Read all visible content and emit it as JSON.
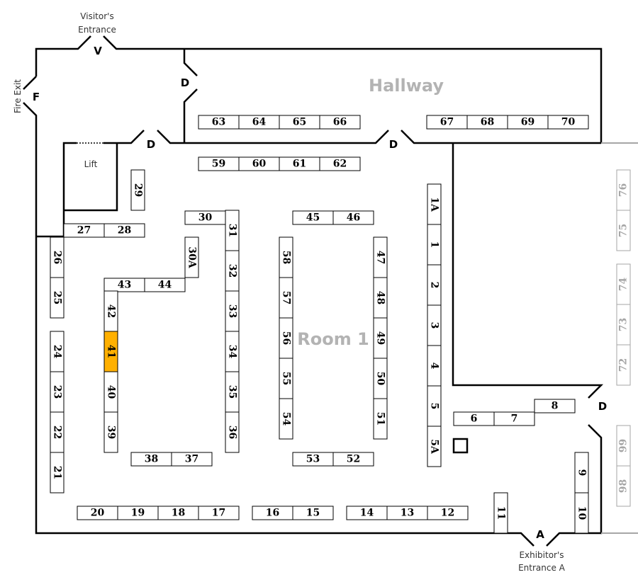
{
  "areas": {
    "hallway": "Hallway",
    "room": "Room 1",
    "lift": "Lift"
  },
  "entrances": {
    "visitor_label": "Visitor's",
    "visitor_label2": "Entrance",
    "visitor_mark": "V",
    "fire_label": "Fire Exit",
    "fire_mark": "F",
    "exhibitor_label": "Exhibitor's",
    "exhibitor_label2": "Entrance A",
    "exhibitor_mark": "A",
    "door_mark": "D"
  },
  "colors": {
    "highlight": "#ffb000",
    "unavailable": "#a6a6a6"
  },
  "booths": [
    {
      "label": "63"
    },
    {
      "label": "64"
    },
    {
      "label": "65"
    },
    {
      "label": "66"
    },
    {
      "label": "67"
    },
    {
      "label": "68"
    },
    {
      "label": "69"
    },
    {
      "label": "70"
    },
    {
      "label": "59"
    },
    {
      "label": "60"
    },
    {
      "label": "61"
    },
    {
      "label": "62"
    },
    {
      "label": "45"
    },
    {
      "label": "46"
    },
    {
      "label": "30"
    },
    {
      "label": "27"
    },
    {
      "label": "28"
    },
    {
      "label": "43"
    },
    {
      "label": "44"
    },
    {
      "label": "38"
    },
    {
      "label": "37"
    },
    {
      "label": "53"
    },
    {
      "label": "52"
    },
    {
      "label": "20"
    },
    {
      "label": "19"
    },
    {
      "label": "18"
    },
    {
      "label": "17"
    },
    {
      "label": "16"
    },
    {
      "label": "15"
    },
    {
      "label": "14"
    },
    {
      "label": "13"
    },
    {
      "label": "12"
    },
    {
      "label": "6"
    },
    {
      "label": "7"
    },
    {
      "label": "8"
    },
    {
      "label": "29"
    },
    {
      "label": "26"
    },
    {
      "label": "25"
    },
    {
      "label": "24"
    },
    {
      "label": "23"
    },
    {
      "label": "22"
    },
    {
      "label": "21"
    },
    {
      "label": "42"
    },
    {
      "label": "41",
      "selected": true
    },
    {
      "label": "40"
    },
    {
      "label": "39"
    },
    {
      "label": "30A"
    },
    {
      "label": "31"
    },
    {
      "label": "32"
    },
    {
      "label": "33"
    },
    {
      "label": "34"
    },
    {
      "label": "35"
    },
    {
      "label": "36"
    },
    {
      "label": "58"
    },
    {
      "label": "57"
    },
    {
      "label": "56"
    },
    {
      "label": "55"
    },
    {
      "label": "54"
    },
    {
      "label": "47"
    },
    {
      "label": "48"
    },
    {
      "label": "49"
    },
    {
      "label": "50"
    },
    {
      "label": "51"
    },
    {
      "label": "1A"
    },
    {
      "label": "1"
    },
    {
      "label": "2"
    },
    {
      "label": "3"
    },
    {
      "label": "4"
    },
    {
      "label": "5"
    },
    {
      "label": "5A"
    },
    {
      "label": "11"
    },
    {
      "label": "9"
    },
    {
      "label": "10"
    },
    {
      "label": "76",
      "unavailable": true
    },
    {
      "label": "75",
      "unavailable": true
    },
    {
      "label": "74",
      "unavailable": true
    },
    {
      "label": "73",
      "unavailable": true
    },
    {
      "label": "72",
      "unavailable": true
    },
    {
      "label": "99",
      "unavailable": true
    },
    {
      "label": "98",
      "unavailable": true
    }
  ]
}
